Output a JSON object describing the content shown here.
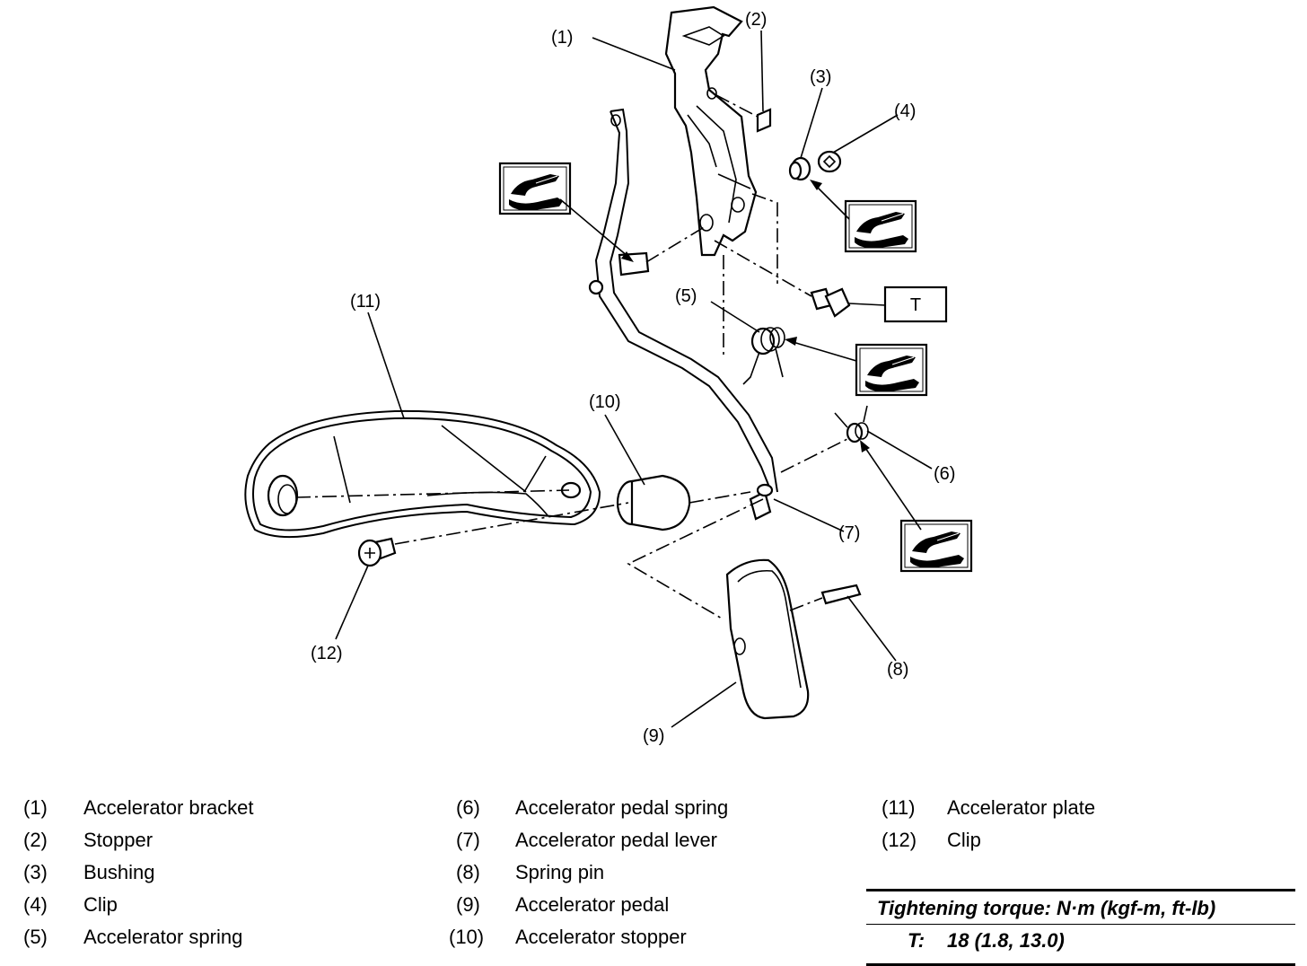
{
  "callouts": [
    "(1)",
    "(2)",
    "(3)",
    "(4)",
    "(5)",
    "(6)",
    "(7)",
    "(8)",
    "(9)",
    "(10)",
    "(11)",
    "(12)"
  ],
  "torque_symbol": "T",
  "legend": [
    {
      "num": "(1)",
      "label": "Accelerator bracket"
    },
    {
      "num": "(2)",
      "label": "Stopper"
    },
    {
      "num": "(3)",
      "label": "Bushing"
    },
    {
      "num": "(4)",
      "label": "Clip"
    },
    {
      "num": "(5)",
      "label": "Accelerator spring"
    },
    {
      "num": "(6)",
      "label": "Accelerator pedal spring"
    },
    {
      "num": "(7)",
      "label": "Accelerator pedal lever"
    },
    {
      "num": "(8)",
      "label": "Spring pin"
    },
    {
      "num": "(9)",
      "label": "Accelerator pedal"
    },
    {
      "num": "(10)",
      "label": "Accelerator stopper"
    },
    {
      "num": "(11)",
      "label": "Accelerator plate"
    },
    {
      "num": "(12)",
      "label": "Clip"
    }
  ],
  "torque": {
    "heading": "Tightening torque: N·m (kgf-m, ft-lb)",
    "symbol": "T:",
    "value": "18 (1.8, 13.0)"
  }
}
